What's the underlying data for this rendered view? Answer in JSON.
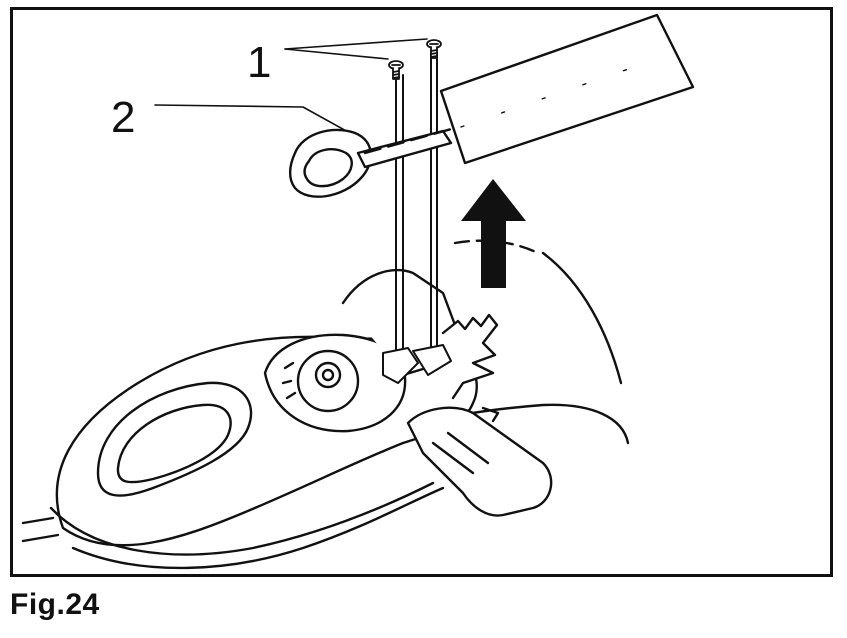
{
  "figure": {
    "caption": "Fig.24",
    "callouts": [
      {
        "id": "1",
        "label": "1"
      },
      {
        "id": "2",
        "label": "2"
      }
    ]
  },
  "colors": {
    "ink": "#111111",
    "paper": "#ffffff"
  },
  "icons": [
    "screw-icon",
    "hex-wrench-icon",
    "up-arrow-icon"
  ]
}
